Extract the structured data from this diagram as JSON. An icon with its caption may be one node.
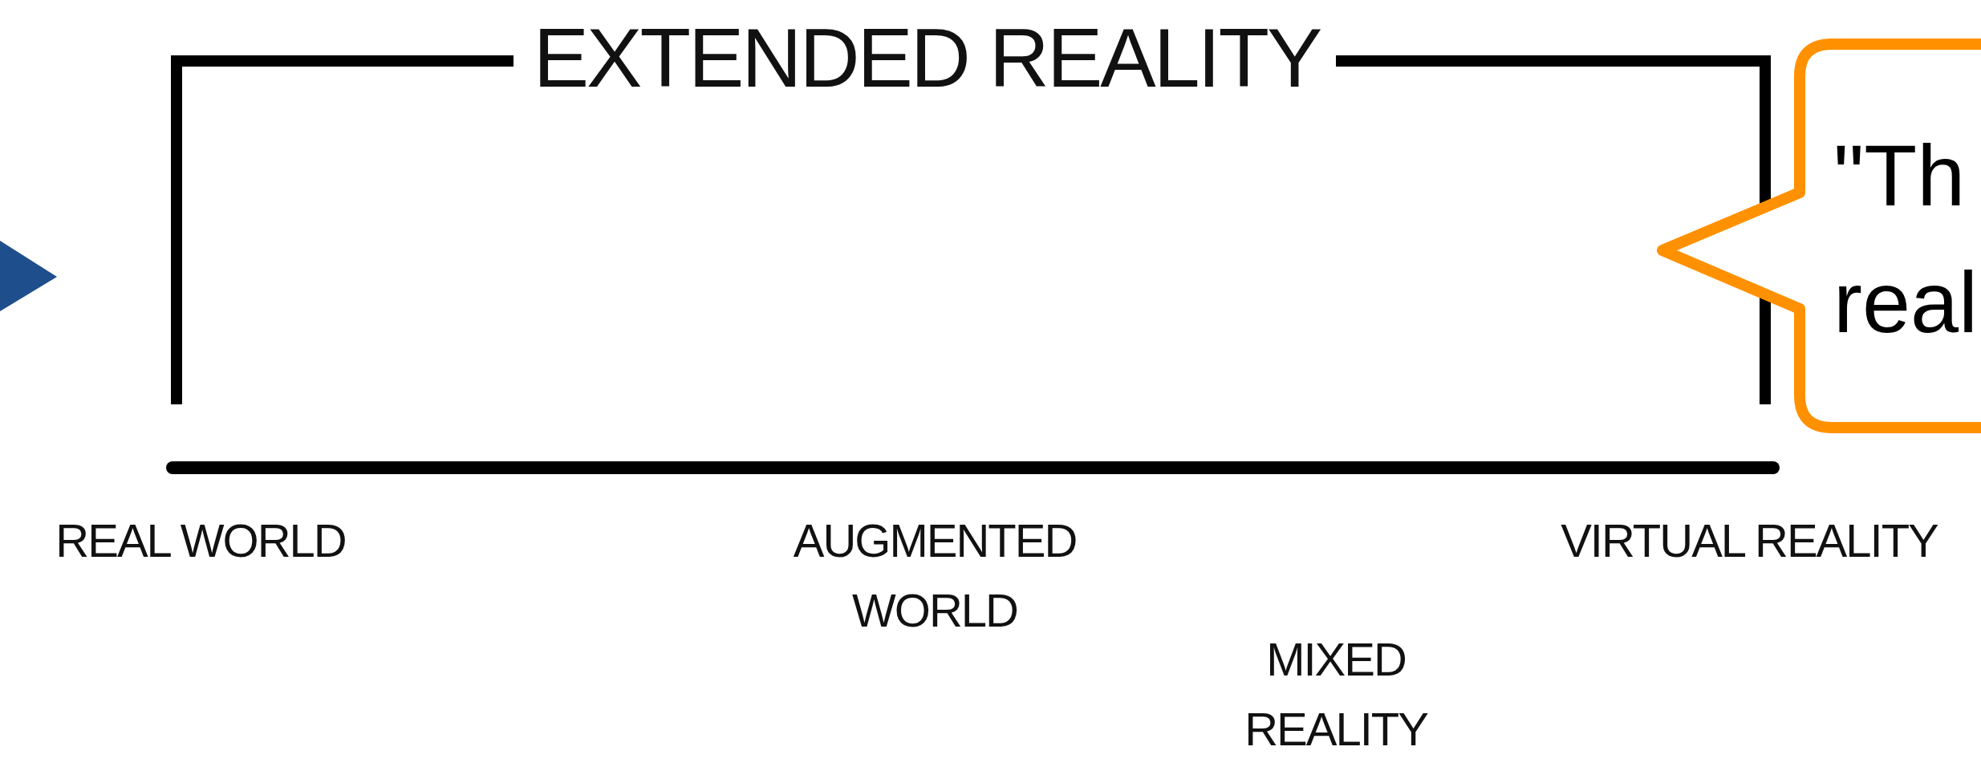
{
  "diagram": {
    "nodes": [
      {
        "text": [
          "\"Th real"
        ]
      }
    ],
    "labels": [
      "EXTENDED REALITY",
      "REAL WORLD",
      "AUGMENTED WORLD",
      "MIXED REALITY",
      "VIRTUAL REALITY"
    ]
  }
}
